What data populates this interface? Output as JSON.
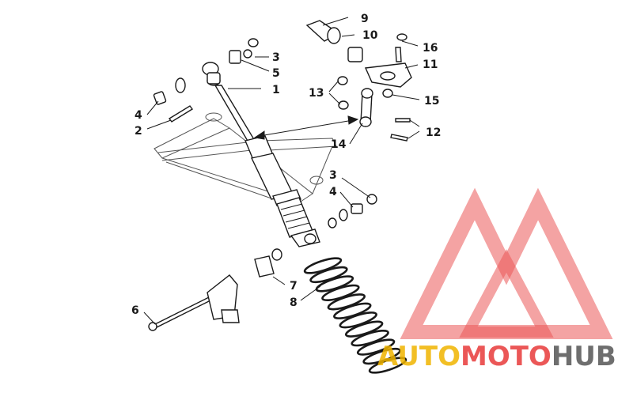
{
  "callouts": {
    "c1": "1",
    "c2": "2",
    "c3a": "3",
    "c3b": "3",
    "c4a": "4",
    "c4b": "4",
    "c5": "5",
    "c6": "6",
    "c7": "7",
    "c8": "8",
    "c9": "9",
    "c10": "10",
    "c11": "11",
    "c12": "12",
    "c13": "13",
    "c14": "14",
    "c15": "15",
    "c16": "16"
  },
  "watermark": {
    "part1": "AUTO",
    "part2": "MOTO",
    "part3": "HUB"
  },
  "colors": {
    "ink": "#1a1a1a",
    "watermark_red": "#e83a3a",
    "watermark_yellow": "#f0b400",
    "watermark_gray": "#555555"
  }
}
